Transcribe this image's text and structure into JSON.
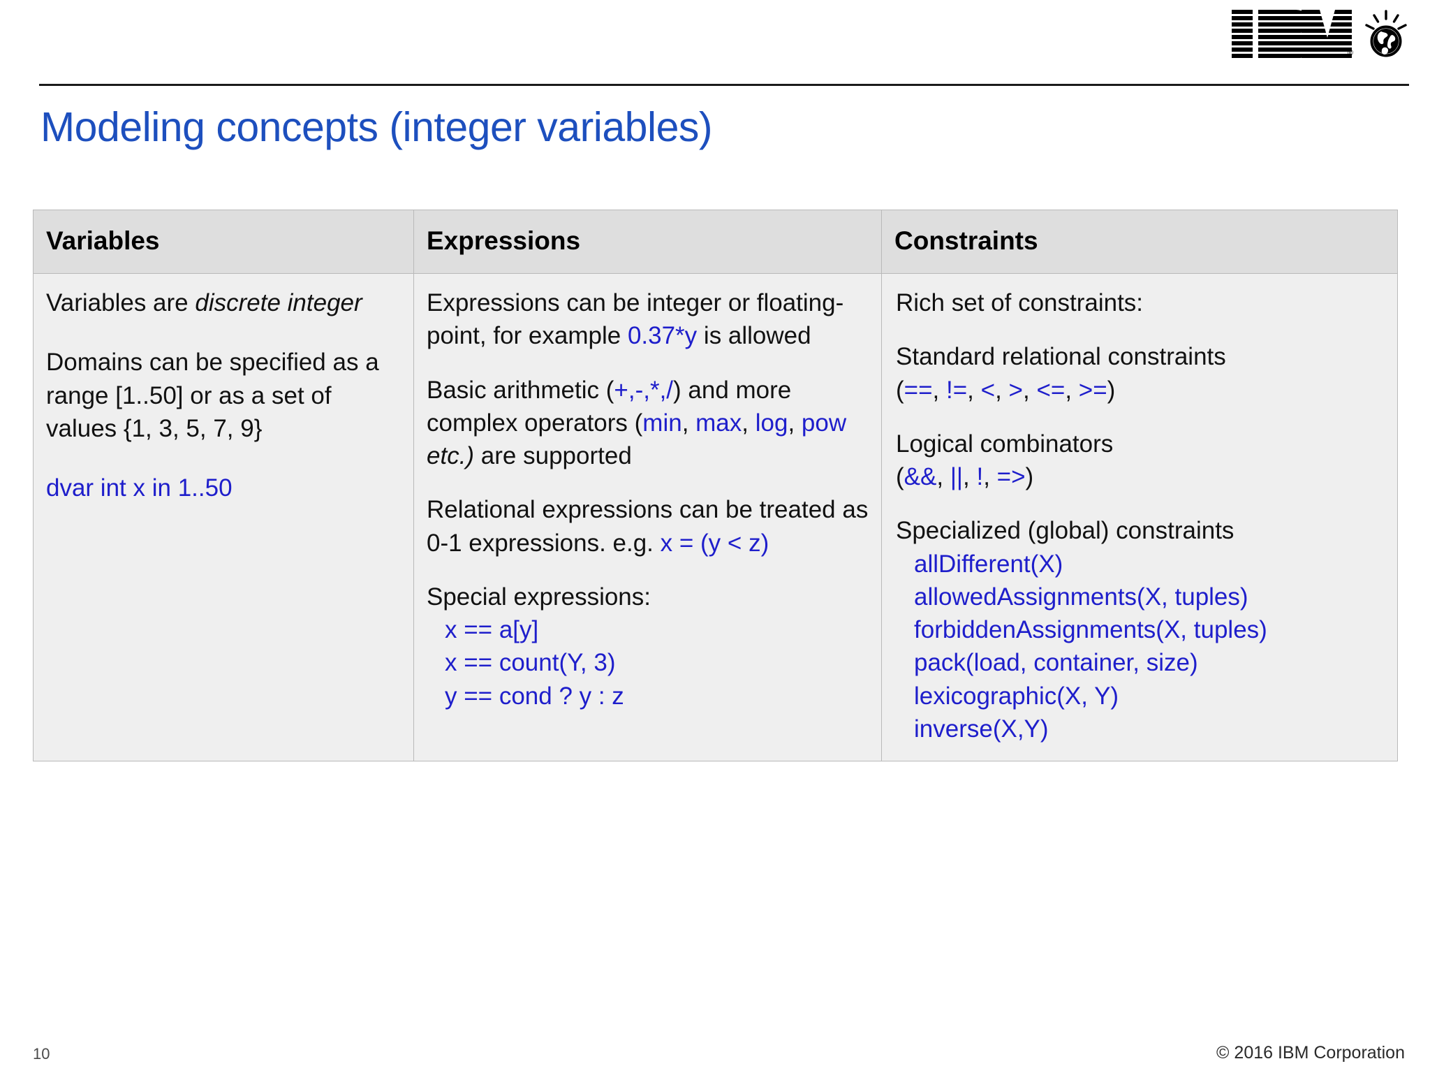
{
  "header": {
    "logo_name": "IBM",
    "logo_registered_mark": "®",
    "smarter_planet_icon": "globe-with-rays-icon"
  },
  "title": "Modeling concepts (integer variables)",
  "table": {
    "columns": [
      {
        "header": "Variables"
      },
      {
        "header": "Expressions"
      },
      {
        "header": "Constraints"
      }
    ],
    "variables": {
      "p1_a": "Variables are ",
      "p1_italic": "discrete integer",
      "p2": "Domains can be specified as a range [1..50] or as a set of values {1, 3, 5, 7, 9}",
      "p3_code": "dvar int x in 1..50"
    },
    "expressions": {
      "p1_a": "Expressions can be integer or floating-point, for example ",
      "p1_code": "0.37*y",
      "p1_b": " is allowed",
      "p2_a": "Basic arithmetic (",
      "p2_ops": "+,-,*,/",
      "p2_b": ") and more complex operators (",
      "p2_fn1": "min",
      "p2_sep1": ", ",
      "p2_fn2": "max",
      "p2_sep2": ", ",
      "p2_fn3": "log",
      "p2_sep3": ", ",
      "p2_fn4": "pow",
      "p2_etc": " etc.)",
      "p2_c": " are supported",
      "p3_a": "Relational expressions can be treated as 0-1 expressions.",
      "p3_b": "e.g. ",
      "p3_code": "x = (y < z)",
      "p4_label": "Special expressions:",
      "p4_lines": [
        "x == a[y]",
        "x == count(Y, 3)",
        "y == cond ? y : z"
      ]
    },
    "constraints": {
      "p1": "Rich set of constraints:",
      "p2_label": "Standard relational constraints",
      "p2_open": "(",
      "p2_ops": [
        "==",
        "!=",
        "<",
        ">",
        "<=",
        ">="
      ],
      "p2_close": ")",
      "p3_label": "Logical combinators",
      "p3_open": "(",
      "p3_ops": [
        "&&",
        "||",
        "!",
        "=>"
      ],
      "p3_close": ")",
      "p4_label": "Specialized (global) constraints",
      "p4_lines": [
        "allDifferent(X)",
        "allowedAssignments(X, tuples)",
        "forbiddenAssignments(X, tuples)",
        "pack(load, container, size)",
        "lexicographic(X, Y)",
        "inverse(X,Y)"
      ]
    }
  },
  "footer": {
    "page_number": "10",
    "copyright": "© 2016 IBM Corporation"
  },
  "colors": {
    "title_blue": "#1d4fbe",
    "code_blue": "#1e1ecb",
    "header_fill": "#dedede",
    "cell_fill": "#efefef",
    "border": "#b9b9b9"
  }
}
